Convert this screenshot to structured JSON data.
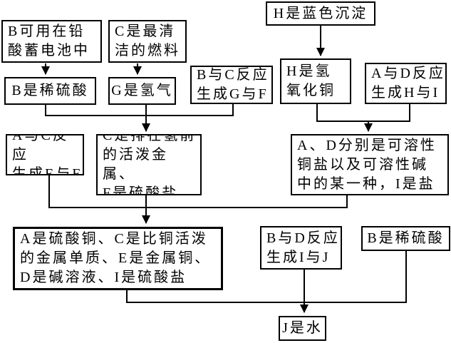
{
  "colors": {
    "background": "#ffffff",
    "line": "#000000",
    "text": "#000000"
  },
  "nodes": {
    "b_battery": {
      "text": "B可用在铅\n酸蓄电池中"
    },
    "c_fuel": {
      "text": "C是最清\n洁的燃料"
    },
    "h_blue_precipitate": {
      "text": "H是蓝色沉淀"
    },
    "b_dilute_acid_top": {
      "text": "B是稀硫酸"
    },
    "g_hydrogen": {
      "text": "G是氢气"
    },
    "bc_reaction": {
      "text": "B与C反应\n生成G与F"
    },
    "h_copper_hydroxide": {
      "text": "H是氢\n氧化铜"
    },
    "ad_reaction": {
      "text": "A与D反应\n生成H与I"
    },
    "ac_reaction": {
      "text": "A与C反应\n生成E与F"
    },
    "c_active_metal": {
      "text": "C是排在氢前\n的活泼金属、\nF是硫酸盐"
    },
    "ad_soluble": {
      "text": "A、D分别是可溶性\n铜盐以及可溶性碱\n中的某一种，I是盐"
    },
    "conclusion": {
      "text": "A是硫酸铜、C是比铜活泼\n的金属单质、E是金属铜、\nD是碱溶液、I是硫酸盐"
    },
    "bd_reaction": {
      "text": "B与D反应\n生成I与J"
    },
    "b_dilute_acid_bottom": {
      "text": "B是稀硫酸"
    },
    "j_water": {
      "text": "J是水"
    }
  },
  "edges": [
    {
      "from": "b_battery",
      "to": "b_dilute_acid_top",
      "arrow": true
    },
    {
      "from": "c_fuel",
      "to": "g_hydrogen",
      "arrow": true
    },
    {
      "from": "h_blue_precipitate",
      "to": "h_copper_hydroxide",
      "arrow": true
    },
    {
      "from": "b_dilute_acid_top",
      "to": "c_active_metal",
      "arrow": true
    },
    {
      "from": "g_hydrogen",
      "to": "c_active_metal",
      "arrow": true
    },
    {
      "from": "bc_reaction",
      "to": "c_active_metal",
      "arrow": true
    },
    {
      "from": "h_copper_hydroxide",
      "to": "ad_soluble",
      "arrow": true
    },
    {
      "from": "ad_reaction",
      "to": "ad_soluble",
      "arrow": true
    },
    {
      "from": "ac_reaction",
      "to": "conclusion",
      "arrow": true
    },
    {
      "from": "c_active_metal",
      "to": "conclusion",
      "arrow": true
    },
    {
      "from": "ad_soluble",
      "to": "conclusion",
      "arrow": true
    },
    {
      "from": "conclusion",
      "to": "j_water",
      "arrow": true
    },
    {
      "from": "bd_reaction",
      "to": "j_water",
      "arrow": true
    },
    {
      "from": "b_dilute_acid_bottom",
      "to": "j_water",
      "arrow": true
    }
  ]
}
